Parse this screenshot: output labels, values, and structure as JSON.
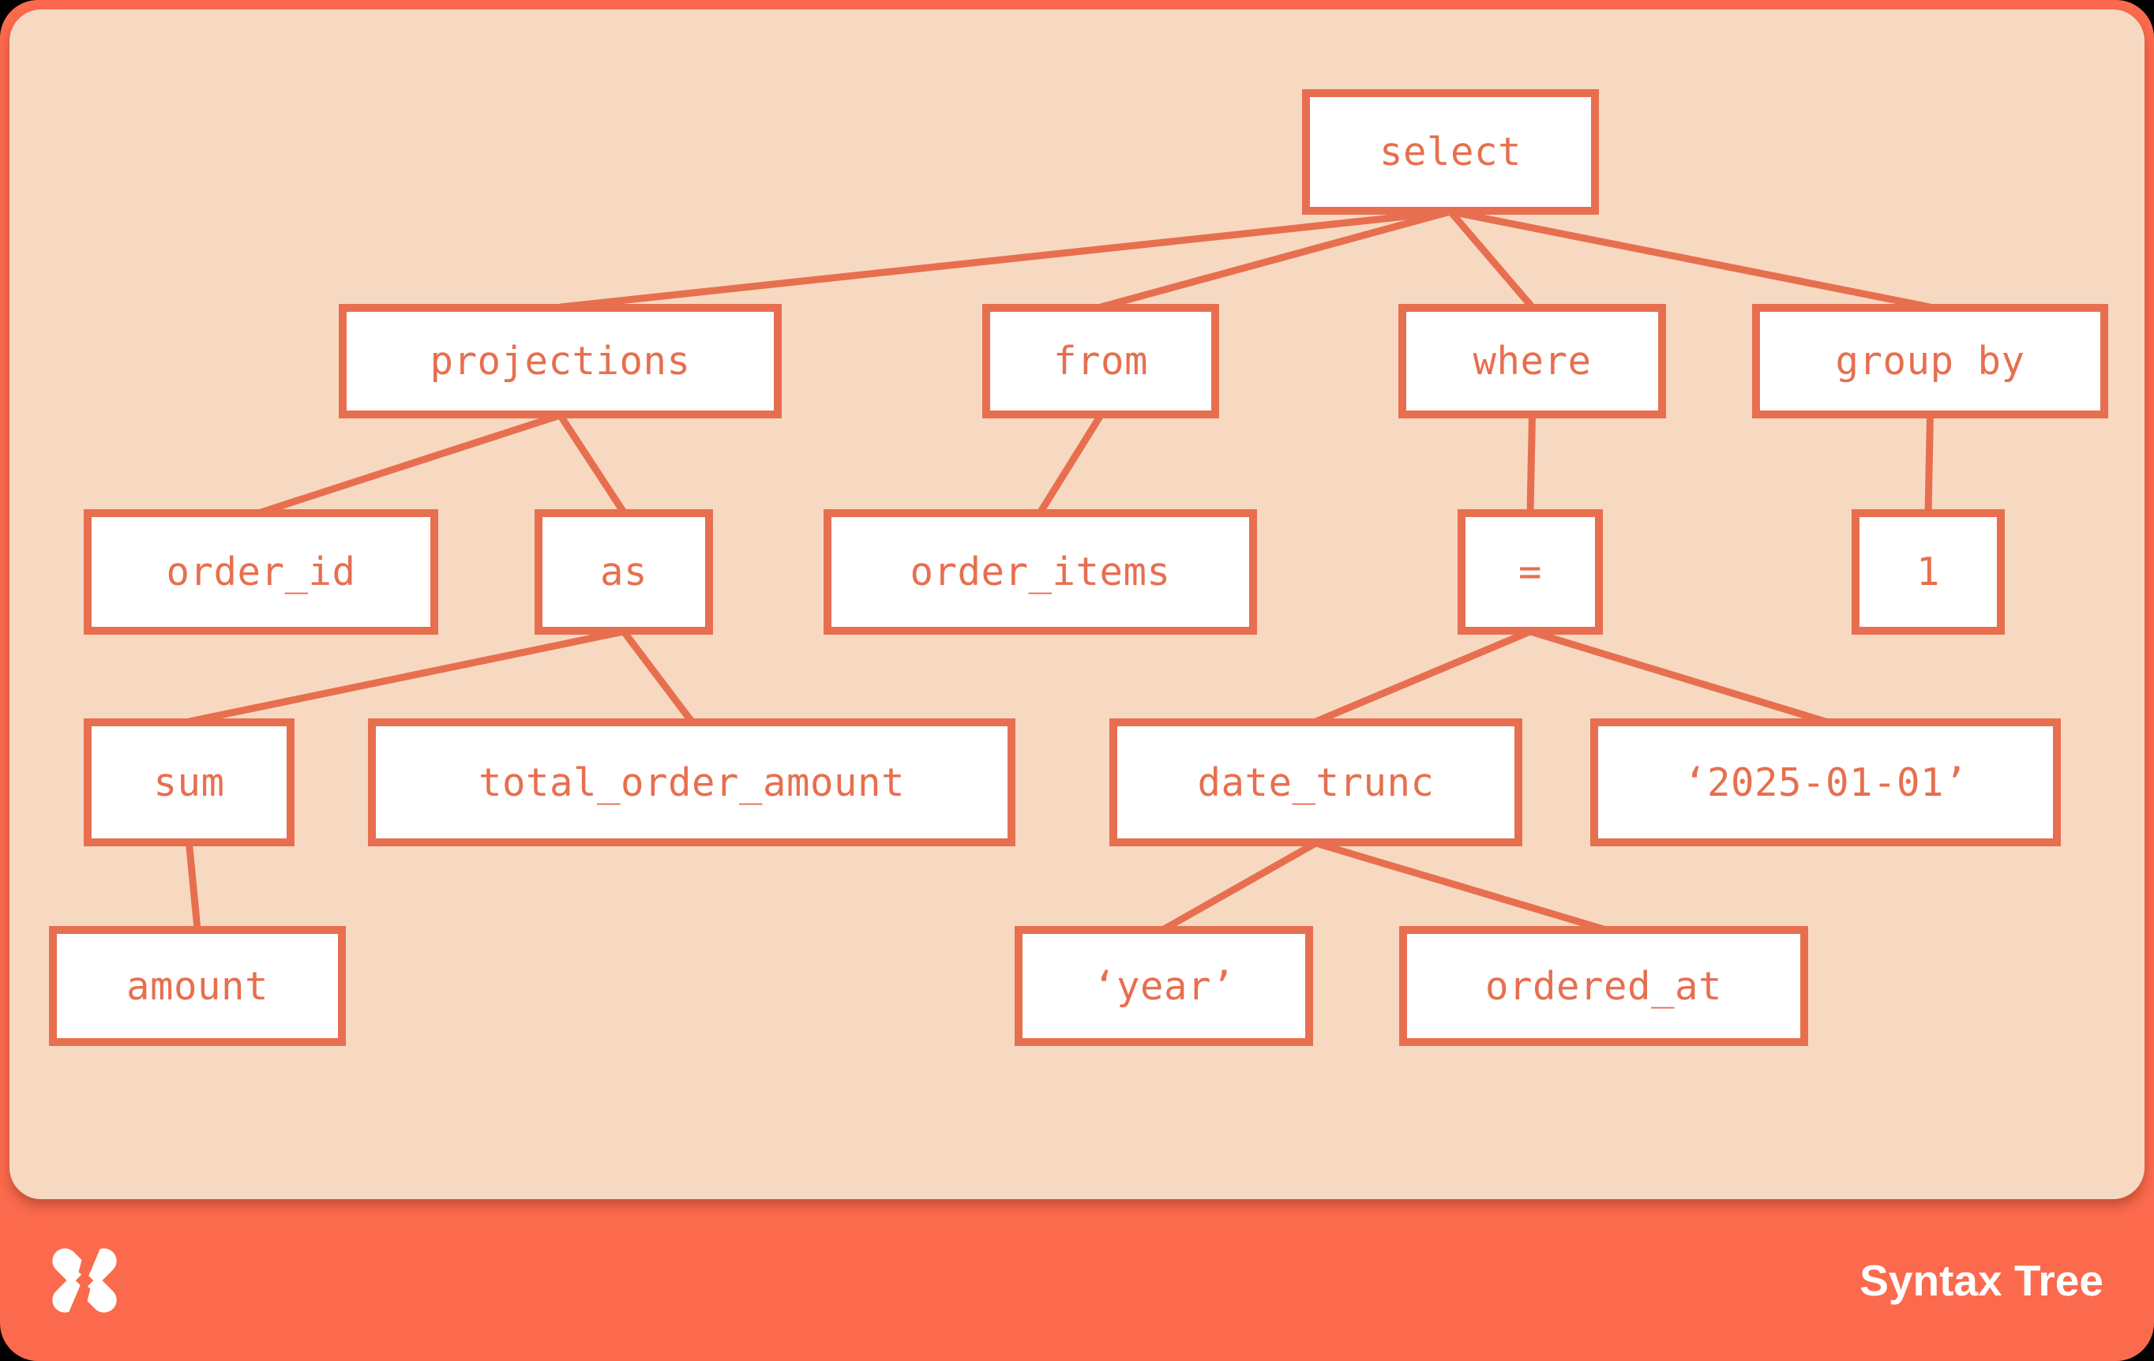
{
  "colors": {
    "frame_orange": "#FB6A4D",
    "panel_peach": "#F7D9C2",
    "node_line_orange": "#E76F4F",
    "node_fill": "#FFFFFF",
    "footer_text": "#FFFFFF"
  },
  "footer": {
    "label": "Syntax Tree",
    "logo_icon": "pinwheel-shuriken-icon"
  },
  "tree": {
    "nodes": [
      {
        "id": "select",
        "label": "select",
        "parent": null
      },
      {
        "id": "projections",
        "label": "projections",
        "parent": "select"
      },
      {
        "id": "from",
        "label": "from",
        "parent": "select"
      },
      {
        "id": "where",
        "label": "where",
        "parent": "select"
      },
      {
        "id": "group_by",
        "label": "group by",
        "parent": "select"
      },
      {
        "id": "order_id",
        "label": "order_id",
        "parent": "projections"
      },
      {
        "id": "as",
        "label": "as",
        "parent": "projections"
      },
      {
        "id": "order_items",
        "label": "order_items",
        "parent": "from"
      },
      {
        "id": "eq",
        "label": "=",
        "parent": "where"
      },
      {
        "id": "one",
        "label": "1",
        "parent": "group_by"
      },
      {
        "id": "sum",
        "label": "sum",
        "parent": "as"
      },
      {
        "id": "total_order_amount",
        "label": "total_order_amount",
        "parent": "as"
      },
      {
        "id": "date_trunc",
        "label": "date_trunc",
        "parent": "eq"
      },
      {
        "id": "str_2025",
        "label": "‘2025-01-01’",
        "parent": "eq"
      },
      {
        "id": "amount",
        "label": "amount",
        "parent": "sum"
      },
      {
        "id": "str_year",
        "label": "‘year’",
        "parent": "date_trunc"
      },
      {
        "id": "ordered_at",
        "label": "ordered_at",
        "parent": "date_trunc"
      }
    ]
  }
}
